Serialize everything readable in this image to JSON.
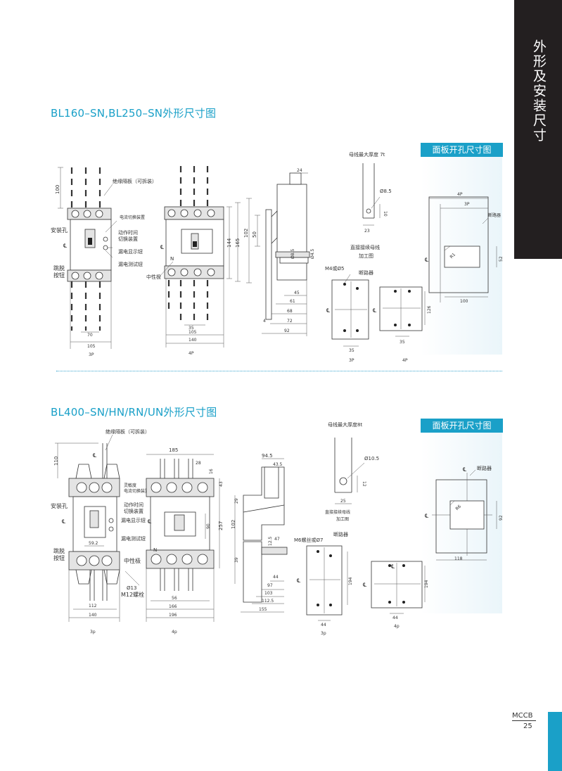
{
  "side_tab": {
    "text": "外形及安装尺寸"
  },
  "section1": {
    "title": "BL160–SN,BL250–SN外形尺寸图",
    "panel_header": "面板开孔尺寸图",
    "labels": {
      "insulation": "绝缘隔板（可拆装）",
      "current_switch": "电流切换装置",
      "action_time_1": "动作时间",
      "action_time_2": "切换装置",
      "mount_hole": "安装孔",
      "leak_display": "漏电显示钮",
      "leak_test": "漏电测试钮",
      "trip_1": "跳脱",
      "trip_2": "按钮",
      "neutral": "中性极",
      "n_mark": "N",
      "busbar_thick": "母线最大厚度 7t",
      "direct_1": "直接接续母线",
      "direct_2": "加工图",
      "m4": "M4或Ø5",
      "breaker": "断路器",
      "breaker2": "断路器",
      "p3": "3P",
      "p4": "4P",
      "p3b": "3P",
      "p4b": "4P",
      "p4c": "4P",
      "p3c": "3P",
      "cl": "℄"
    },
    "dims": {
      "d100": "100",
      "d70": "70",
      "d105": "105",
      "d35": "35",
      "d105b": "105",
      "d140": "140",
      "d102": "102",
      "d144": "144",
      "d165": "165",
      "d50": "50",
      "d24": "24",
      "d8_5": "Ø8.5",
      "d4_5": "Ø4.5",
      "d45": "45",
      "d61": "61",
      "d68": "68",
      "d72": "72",
      "d92": "92",
      "d4": "4",
      "d8_5b": "Ø8.5",
      "d23": "23",
      "d10": "10",
      "d35b": "35",
      "d126": "126",
      "d35c": "35",
      "d4p": "4P",
      "d3p": "3P",
      "d52": "52",
      "d100b": "100",
      "r1": "R1"
    }
  },
  "section2": {
    "title": "BL400–SN/HN/RN/UN外形尺寸图",
    "panel_header": "面板开孔尺寸图",
    "labels": {
      "insulation": "绝缘隔板（可拆装）",
      "sens_1": "灵敏度",
      "sens_2": "电流切换装置",
      "action_time_1": "动作时间",
      "action_time_2": "切换装置",
      "mount_hole": "安装孔",
      "leak_display": "漏电显示钮",
      "leak_test": "漏电测试钮",
      "trip_1": "跳脱",
      "trip_2": "按钮",
      "neutral": "中性极",
      "n_mark": "N",
      "m12": "M12螺栓",
      "busbar_thick": "母线最大厚度8t",
      "direct_1": "直接接续母线",
      "direct_2": "加工图",
      "m6": "M6螺丝或Ø7",
      "breaker": "断路器",
      "breaker2": "断路器",
      "p3": "3p",
      "p4": "4p",
      "p3b": "3p",
      "p4b": "4p",
      "cl": "℄"
    },
    "dims": {
      "d110": "110",
      "d59_2": "59.2",
      "d112": "112",
      "d140": "140",
      "d185": "185",
      "d28": "28",
      "d16": "16",
      "d43": "43",
      "d29": "29",
      "d90": "90",
      "d257": "257",
      "d56": "56",
      "d166": "166",
      "d196": "196",
      "d13": "Ø13",
      "d94_5": "94.5",
      "d43_5": "43.5",
      "d102": "102",
      "d39": "39",
      "d47": "47",
      "d12_5": "12.5",
      "d44": "44",
      "d97": "97",
      "d103": "103",
      "d112_5": "112.5",
      "d155": "155",
      "d10_5": "Ø10.5",
      "d25": "25",
      "d12": "12",
      "d194": "194",
      "d44b": "44",
      "d194b": "194",
      "d44c": "44",
      "d92": "92",
      "d118": "118",
      "r6": "R6"
    }
  },
  "footer": {
    "label": "MCCB",
    "page": "25"
  }
}
